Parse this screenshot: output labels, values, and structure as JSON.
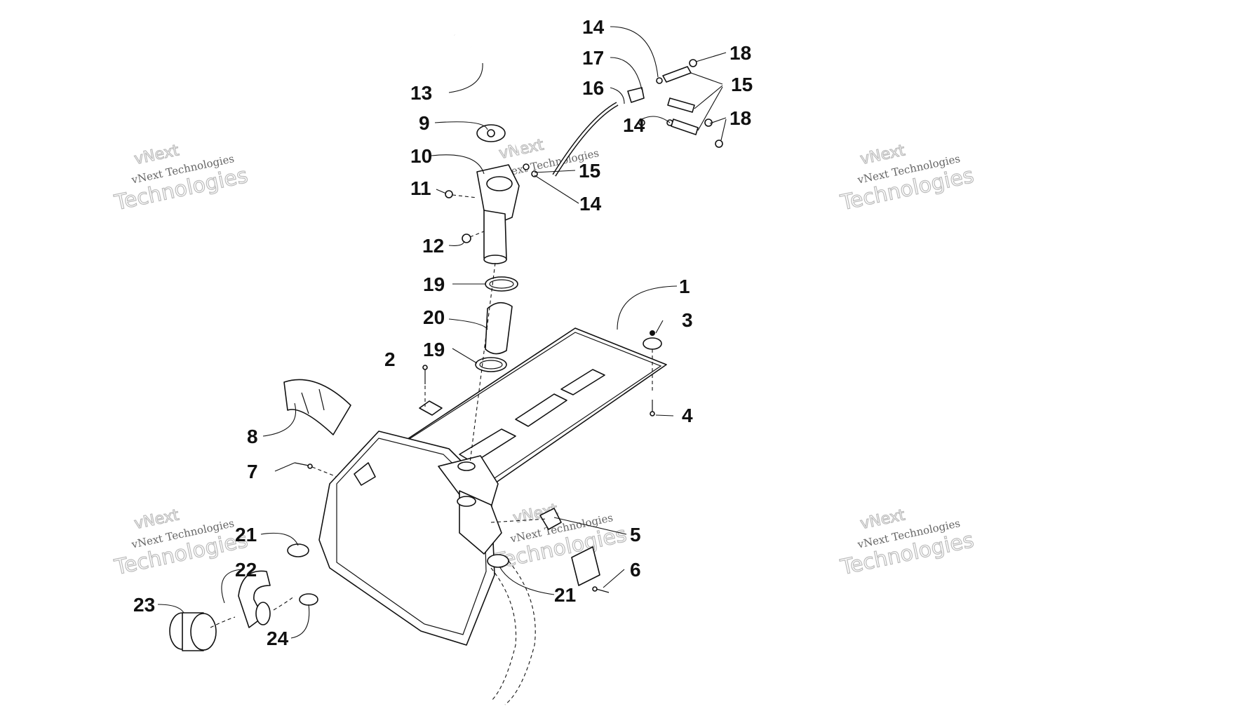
{
  "callouts": [
    {
      "id": "c1",
      "label": "1"
    },
    {
      "id": "c2",
      "label": "2"
    },
    {
      "id": "c3",
      "label": "3"
    },
    {
      "id": "c4",
      "label": "4"
    },
    {
      "id": "c5",
      "label": "5"
    },
    {
      "id": "c6",
      "label": "6"
    },
    {
      "id": "c7",
      "label": "7"
    },
    {
      "id": "c8",
      "label": "8"
    },
    {
      "id": "c9",
      "label": "9"
    },
    {
      "id": "c10",
      "label": "10"
    },
    {
      "id": "c11",
      "label": "11"
    },
    {
      "id": "c12",
      "label": "12"
    },
    {
      "id": "c13",
      "label": "13"
    },
    {
      "id": "c14a",
      "label": "14"
    },
    {
      "id": "c14b",
      "label": "14"
    },
    {
      "id": "c14c",
      "label": "14"
    },
    {
      "id": "c15a",
      "label": "15"
    },
    {
      "id": "c15b",
      "label": "15"
    },
    {
      "id": "c16",
      "label": "16"
    },
    {
      "id": "c17",
      "label": "17"
    },
    {
      "id": "c18a",
      "label": "18"
    },
    {
      "id": "c18b",
      "label": "18"
    },
    {
      "id": "c19a",
      "label": "19"
    },
    {
      "id": "c19b",
      "label": "19"
    },
    {
      "id": "c20",
      "label": "20"
    },
    {
      "id": "c21a",
      "label": "21"
    },
    {
      "id": "c21b",
      "label": "21"
    },
    {
      "id": "c22",
      "label": "22"
    },
    {
      "id": "c23",
      "label": "23"
    },
    {
      "id": "c24",
      "label": "24"
    }
  ],
  "watermark": {
    "top": "vNext",
    "line1": "vNext Technologies",
    "line2": "Technologies"
  }
}
